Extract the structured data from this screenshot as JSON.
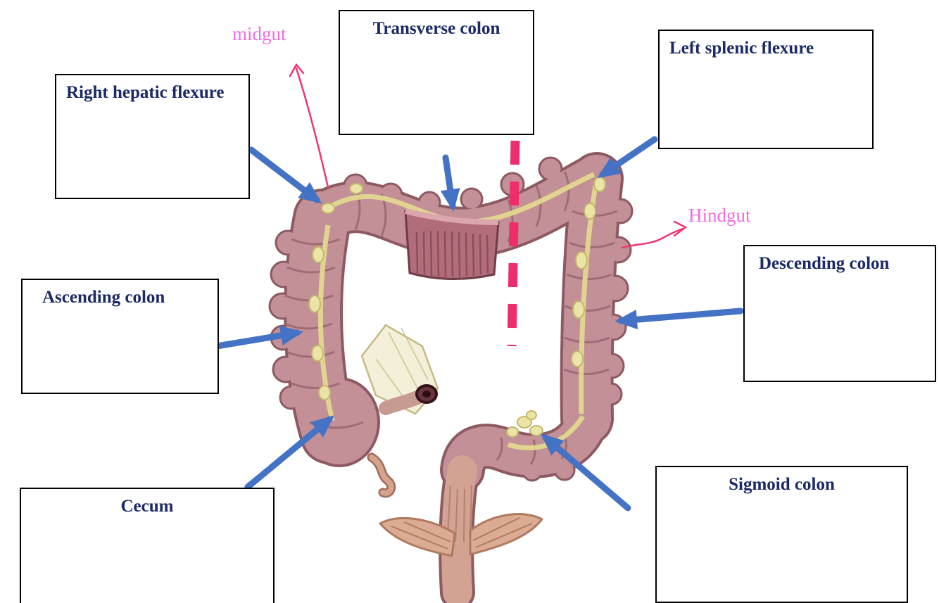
{
  "diagram": {
    "labels": {
      "transverse_colon": "Transverse colon",
      "left_splenic_flexure": "Left splenic flexure",
      "right_hepatic_flexure": "Right hepatic flexure",
      "ascending_colon": "Ascending colon",
      "cecum": "Cecum",
      "descending_colon": "Descending colon",
      "sigmoid_colon": "Sigmoid colon"
    },
    "annotations": {
      "midgut": "midgut",
      "hindgut": "Hindgut"
    },
    "colors": {
      "label_text": "#1b2a66",
      "box_border": "#000000",
      "arrow_blue": "#4472c4",
      "annotation_pink": "#f26be0",
      "divider_pink": "#ee2d6c",
      "colon_body": "#c29096",
      "colon_outline": "#8d5a62",
      "taenia_yellow": "#e3d890"
    }
  }
}
